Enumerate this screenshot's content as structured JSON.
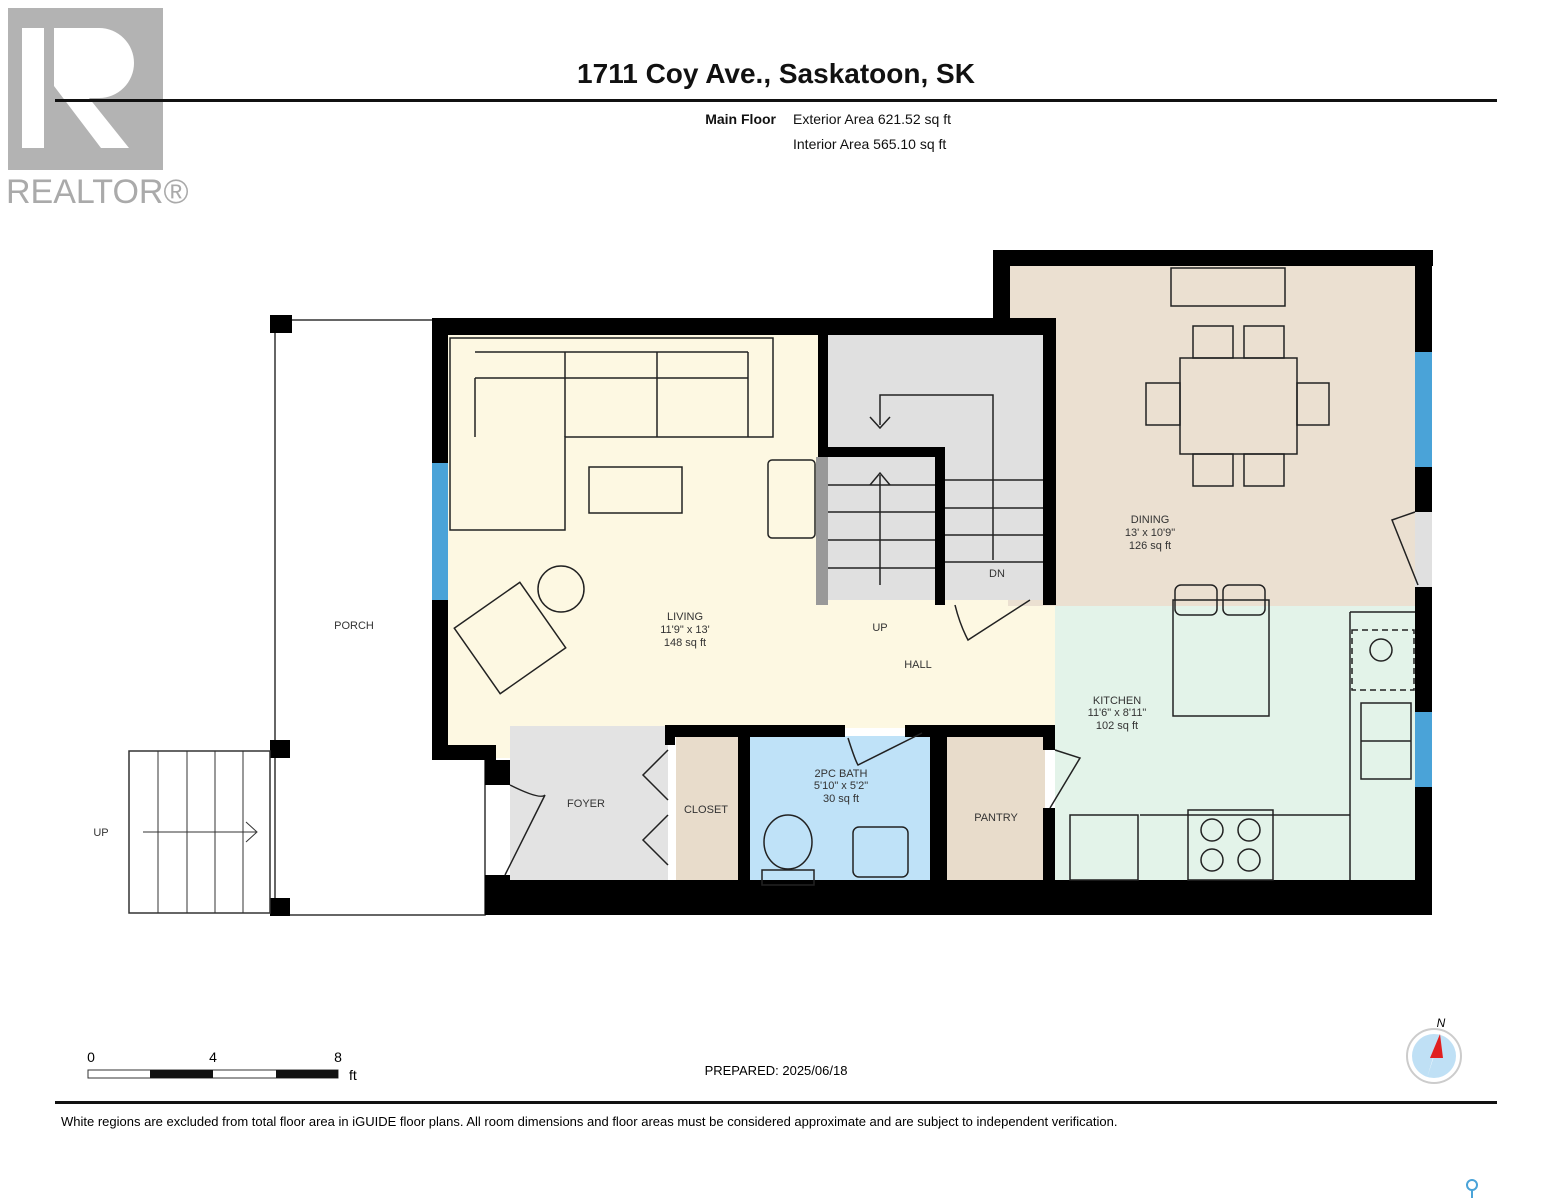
{
  "logo": {
    "text": "REALTOR®",
    "letter": "R"
  },
  "header": {
    "title": "1711 Coy Ave., Saskatoon, SK",
    "floor_name": "Main Floor",
    "exterior_area": "Exterior Area 621.52 sq ft",
    "interior_area": "Interior Area 565.10 sq ft"
  },
  "rooms": {
    "porch": {
      "name": "PORCH"
    },
    "porch_stairs": {
      "label": "UP"
    },
    "living": {
      "name": "LIVING",
      "dims": "11'9\" x 13'",
      "area": "148 sq ft"
    },
    "hall": {
      "name": "HALL",
      "stairs_up": "UP",
      "stairs_down": "DN"
    },
    "dining": {
      "name": "DINING",
      "dims": "13' x 10'9\"",
      "area": "126 sq ft"
    },
    "kitchen": {
      "name": "KITCHEN",
      "dims": "11'6\" x 8'11\"",
      "area": "102 sq ft"
    },
    "foyer": {
      "name": "FOYER"
    },
    "closet": {
      "name": "CLOSET"
    },
    "bath": {
      "name": "2PC BATH",
      "dims": "5'10\" x 5'2\"",
      "area": "30 sq ft"
    },
    "pantry": {
      "name": "PANTRY"
    }
  },
  "colors": {
    "living": "#fdf8e2",
    "dining": "#ebe0d1",
    "kitchen": "#e3f3e9",
    "bath": "#bfe2f8",
    "closet": "#e8dccb",
    "foyer": "#e3e3e3",
    "stairs": "#e0e0e0",
    "window": "#4aa3d8",
    "wall": "#000000"
  },
  "scale": {
    "ticks": [
      "0",
      "4",
      "8"
    ],
    "unit": "ft"
  },
  "prepared": "PREPARED: 2025/06/18",
  "compass": {
    "label": "N"
  },
  "disclaimer": "White regions are excluded from total floor area in iGUIDE floor plans. All room dimensions and floor areas must be considered approximate and are subject to independent verification."
}
